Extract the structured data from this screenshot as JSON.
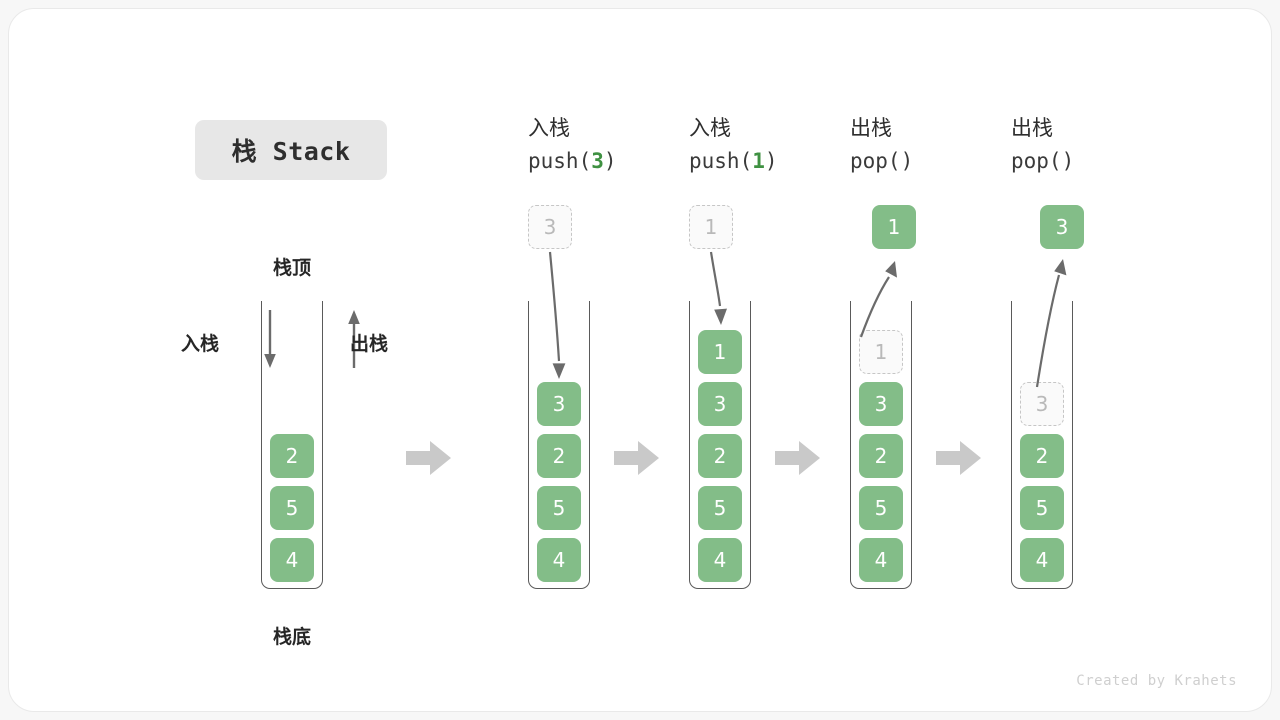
{
  "title_badge": {
    "label": "栈 Stack"
  },
  "overview": {
    "top_label": "栈顶",
    "bottom_label": "栈底",
    "push_label": "入栈",
    "pop_label": "出栈",
    "cells": [
      "2",
      "5",
      "4"
    ]
  },
  "steps": [
    {
      "head_cn": "入栈",
      "head_code_prefix": "push(",
      "head_code_arg": "3",
      "head_code_suffix": ")",
      "incoming": {
        "value": "3",
        "style": "ghost"
      },
      "direction": "push",
      "cells": [
        {
          "value": "3",
          "style": "filled"
        },
        {
          "value": "2",
          "style": "filled"
        },
        {
          "value": "5",
          "style": "filled"
        },
        {
          "value": "4",
          "style": "filled"
        }
      ]
    },
    {
      "head_cn": "入栈",
      "head_code_prefix": "push(",
      "head_code_arg": "1",
      "head_code_suffix": ")",
      "incoming": {
        "value": "1",
        "style": "ghost"
      },
      "direction": "push",
      "cells": [
        {
          "value": "1",
          "style": "filled"
        },
        {
          "value": "3",
          "style": "filled"
        },
        {
          "value": "2",
          "style": "filled"
        },
        {
          "value": "5",
          "style": "filled"
        },
        {
          "value": "4",
          "style": "filled"
        }
      ]
    },
    {
      "head_cn": "出栈",
      "head_code_prefix": "pop(",
      "head_code_arg": "",
      "head_code_suffix": ")",
      "incoming": {
        "value": "1",
        "style": "filled"
      },
      "direction": "pop",
      "cells": [
        {
          "value": "1",
          "style": "ghost"
        },
        {
          "value": "3",
          "style": "filled"
        },
        {
          "value": "2",
          "style": "filled"
        },
        {
          "value": "5",
          "style": "filled"
        },
        {
          "value": "4",
          "style": "filled"
        }
      ]
    },
    {
      "head_cn": "出栈",
      "head_code_prefix": "pop(",
      "head_code_arg": "",
      "head_code_suffix": ")",
      "incoming": {
        "value": "3",
        "style": "filled"
      },
      "direction": "pop",
      "cells": [
        {
          "value": "3",
          "style": "ghost"
        },
        {
          "value": "2",
          "style": "filled"
        },
        {
          "value": "5",
          "style": "filled"
        },
        {
          "value": "4",
          "style": "filled"
        }
      ]
    }
  ],
  "step_arrows": [
    "arrow-right-icon",
    "arrow-right-icon",
    "arrow-right-icon",
    "arrow-right-icon"
  ],
  "credit": "Created by Krahets",
  "colors": {
    "cell_fill": "#83bd88",
    "ghost_border": "#c6c6c6",
    "accent_green": "#3f9142",
    "arrow_gray": "#c6c6c6",
    "stroke": "#5a5a5a"
  }
}
